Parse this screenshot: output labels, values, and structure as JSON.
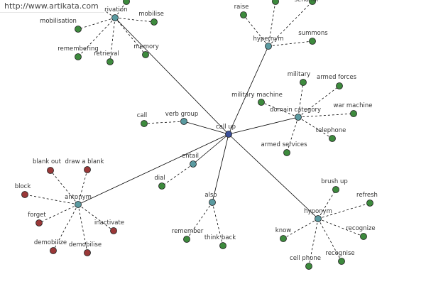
{
  "watermark": "http://www.artikata.com",
  "colors": {
    "center": "#3a4f9a",
    "relation": "#5a9aa0",
    "positive": "#3d8a3d",
    "negative": "#9a3838",
    "edge": "#000000"
  },
  "center": {
    "id": "call-up",
    "label": "call up"
  },
  "relations": [
    {
      "id": "hypernym",
      "label": "hypernym",
      "children": [
        {
          "label": "raise",
          "color": "positive"
        },
        {
          "label": "",
          "color": "positive"
        },
        {
          "label": "send for",
          "color": "positive"
        },
        {
          "label": "summons",
          "color": "positive"
        }
      ]
    },
    {
      "id": "domain-category",
      "label": "domain category",
      "children": [
        {
          "label": "military",
          "color": "positive"
        },
        {
          "label": "armed forces",
          "color": "positive"
        },
        {
          "label": "war machine",
          "color": "positive"
        },
        {
          "label": "telephone",
          "color": "positive"
        },
        {
          "label": "armed services",
          "color": "positive"
        },
        {
          "label": "military machine",
          "color": "positive"
        }
      ]
    },
    {
      "id": "hyponym",
      "label": "hyponym",
      "children": [
        {
          "label": "brush up",
          "color": "positive"
        },
        {
          "label": "refresh",
          "color": "positive"
        },
        {
          "label": "recognize",
          "color": "positive"
        },
        {
          "label": "recognise",
          "color": "positive"
        },
        {
          "label": "cell phone",
          "color": "positive"
        },
        {
          "label": "know",
          "color": "positive"
        }
      ]
    },
    {
      "id": "also",
      "label": "also",
      "children": [
        {
          "label": "remember",
          "color": "positive"
        },
        {
          "label": "think back",
          "color": "positive"
        }
      ]
    },
    {
      "id": "entail",
      "label": "entail",
      "children": [
        {
          "label": "dial",
          "color": "positive"
        }
      ]
    },
    {
      "id": "verb-group",
      "label": "verb group",
      "children": [
        {
          "label": "call",
          "color": "positive"
        }
      ]
    },
    {
      "id": "antonym",
      "label": "antonym",
      "children": [
        {
          "label": "blank out",
          "color": "negative"
        },
        {
          "label": "draw a blank",
          "color": "negative"
        },
        {
          "label": "block",
          "color": "negative"
        },
        {
          "label": "forget",
          "color": "negative"
        },
        {
          "label": "demobilize",
          "color": "negative"
        },
        {
          "label": "demobilise",
          "color": "negative"
        },
        {
          "label": "inactivate",
          "color": "negative"
        }
      ]
    },
    {
      "id": "derivation",
      "label": "derivation",
      "children": [
        {
          "label": "mobilisation",
          "color": "positive"
        },
        {
          "label": "mobilise",
          "color": "positive"
        },
        {
          "label": "remembering",
          "color": "positive"
        },
        {
          "label": "retrieval",
          "color": "positive"
        },
        {
          "label": "memory",
          "color": "positive"
        },
        {
          "label": "",
          "color": "positive"
        },
        {
          "label": "",
          "color": "positive"
        }
      ]
    }
  ]
}
